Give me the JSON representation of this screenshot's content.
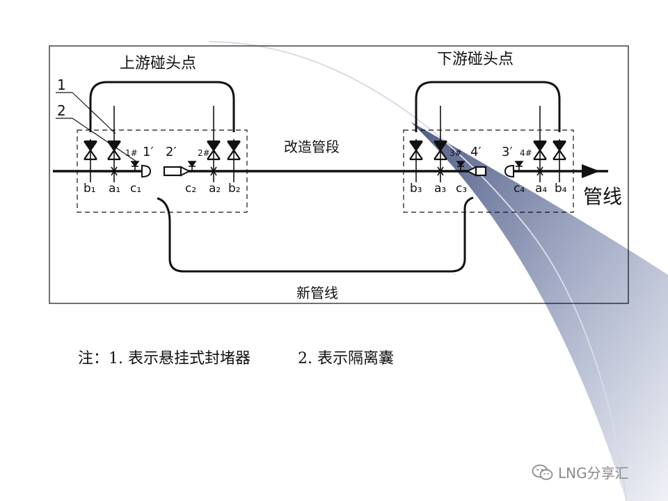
{
  "diagram": {
    "upstream_label": "上游碰头点",
    "downstream_label": "下游碰头点",
    "modified_segment_label": "改造管段",
    "pipeline_label": "管线",
    "new_pipeline_label": "新管线",
    "callouts": [
      "1",
      "2"
    ],
    "valve_labels": [
      "b₁",
      "a₁",
      "c₁",
      "c₂",
      "a₂",
      "b₂",
      "b₃",
      "a₃",
      "c₃",
      "c₄",
      "a₄",
      "b₄"
    ],
    "device_labels": [
      "1#",
      "1′",
      "2′",
      "2#",
      "3#",
      "4′",
      "3′",
      "4#"
    ]
  },
  "note": {
    "part1": "注：1. 表示悬挂式封堵器",
    "part2": "2. 表示隔离囊"
  },
  "watermark": {
    "text": "LNG分享汇",
    "icon": "wechat-icon"
  },
  "colors": {
    "line": "#111111",
    "accent_gradient_dark": "#4a5a8a",
    "accent_gradient_light": "#e6e8ef"
  }
}
